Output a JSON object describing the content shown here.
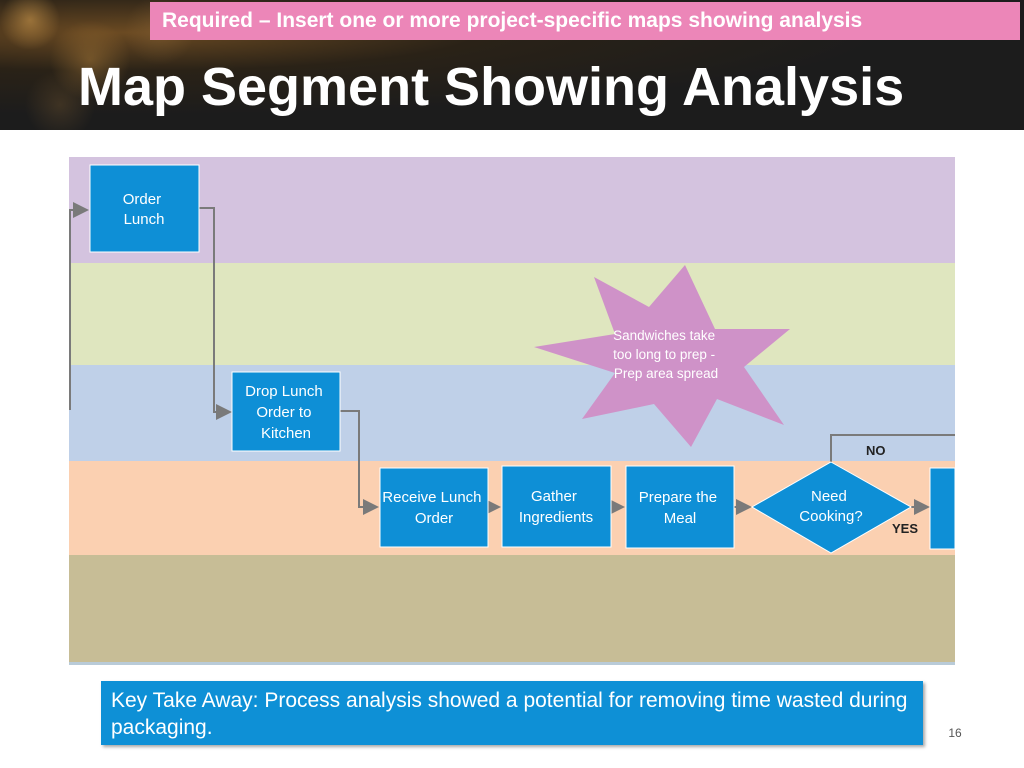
{
  "banner": "Required – Insert one or more project-specific maps showing analysis",
  "title": "Map Segment Showing Analysis",
  "diagram": {
    "lane_colors": [
      "#d4c3df",
      "#dfe6bf",
      "#bfd0e8",
      "#fbd0b1",
      "#c7bd96"
    ],
    "box_color": "#0e8fd6",
    "burst_color": "#cf92c8",
    "boxes": {
      "order_lunch": [
        "Order",
        "Lunch"
      ],
      "drop_lunch": [
        "Drop Lunch",
        "Order to",
        "Kitchen"
      ],
      "receive_lunch": [
        "Receive Lunch",
        "Order"
      ],
      "gather": [
        "Gather",
        "Ingredients"
      ],
      "prepare": [
        "Prepare the",
        "Meal"
      ],
      "need_cooking": [
        "Need",
        "Cooking?"
      ]
    },
    "labels": {
      "no": "NO",
      "yes": "YES"
    },
    "burst_text": [
      "Sandwiches take",
      "too long to prep -",
      "Prep area spread"
    ]
  },
  "takeaway": "Key Take Away: Process analysis showed a potential for removing time wasted during packaging.",
  "page_number": "16"
}
